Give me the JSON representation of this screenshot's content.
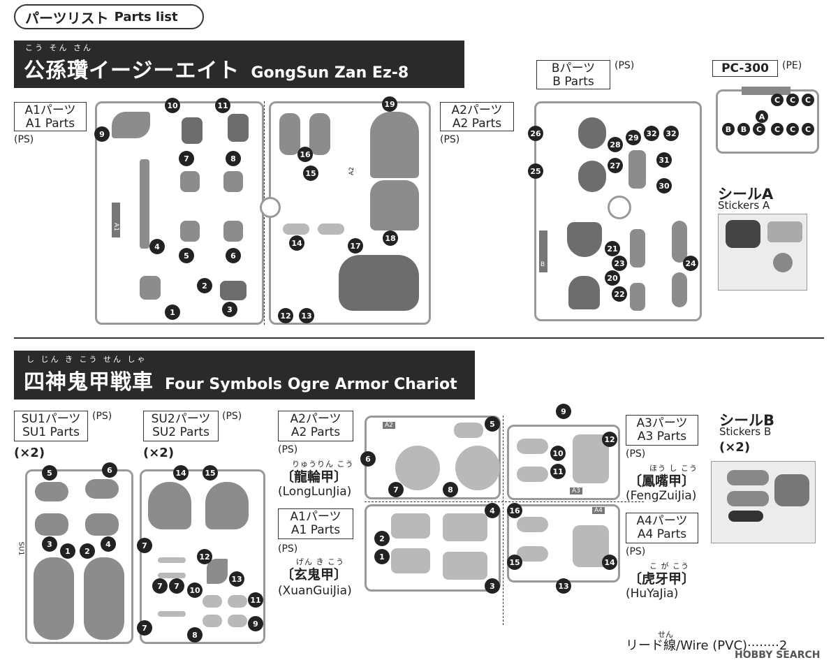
{
  "header": {
    "title_jp": "パーツリスト",
    "title_en": "Parts list"
  },
  "section1": {
    "ruby": "こう そん さん",
    "title_jp": "公孫瓚イージーエイト",
    "title_en": "GongSun Zan Ez-8"
  },
  "section2": {
    "ruby": "し じん き こう せん しゃ",
    "title_jp": "四神鬼甲戦車",
    "title_en": "Four Symbols Ogre Armor Chariot"
  },
  "labels": {
    "a1": {
      "jp": "A1パーツ",
      "en": "A1 Parts",
      "mat": "(PS)"
    },
    "a2": {
      "jp": "A2パーツ",
      "en": "A2 Parts",
      "mat": "(PS)"
    },
    "b": {
      "jp": "Bパーツ",
      "en": "B Parts",
      "mat": "(PS)"
    },
    "pc": {
      "name": "PC-300",
      "mat": "(PE)"
    },
    "stA": {
      "jp": "シールA",
      "en": "Stickers A"
    },
    "su1": {
      "jp": "SU1パーツ",
      "en": "SU1 Parts",
      "mat": "(PS)",
      "qty": "(×2)"
    },
    "su2": {
      "jp": "SU2パーツ",
      "en": "SU2 Parts",
      "mat": "(PS)",
      "qty": "(×2)"
    },
    "s2a2": {
      "jp": "A2パーツ",
      "en": "A2 Parts",
      "mat": "(PS)",
      "ruby": "りゅうりん こう",
      "name": "〔龍輪甲〕",
      "roman": "(LongLunJia)"
    },
    "s2a1": {
      "jp": "A1パーツ",
      "en": "A1 Parts",
      "mat": "(PS)",
      "ruby": "げん き こう",
      "name": "〔玄鬼甲〕",
      "roman": "(XuanGuiJia)"
    },
    "s2a3": {
      "jp": "A3パーツ",
      "en": "A3 Parts",
      "mat": "(PS)",
      "ruby": "ほう し こう",
      "name": "〔鳳嘴甲〕",
      "roman": "(FengZuiJia)"
    },
    "s2a4": {
      "jp": "A4パーツ",
      "en": "A4 Parts",
      "mat": "(PS)",
      "ruby": "こ が こう",
      "name": "〔虎牙甲〕",
      "roman": "(HuYaJia)"
    },
    "stB": {
      "jp": "シールB",
      "en": "Stickers B",
      "qty": "(×2)"
    }
  },
  "runner_tags": {
    "a1": "A1",
    "a2": "A2",
    "b": "B",
    "su1": "SU1",
    "s2a2": "A2",
    "s2a3": "A3",
    "s2a4": "A4"
  },
  "pc_letters": {
    "c": "C",
    "a": "A",
    "b": "B"
  },
  "footer": {
    "ruby": "せん",
    "text": "リード線/Wire (PVC)········2",
    "logo": "HOBBY SEARCH"
  },
  "numbers": [
    "1",
    "2",
    "3",
    "4",
    "5",
    "6",
    "7",
    "8",
    "9",
    "10",
    "11",
    "12",
    "13",
    "14",
    "15",
    "16",
    "17",
    "18",
    "19",
    "20",
    "21",
    "22",
    "23",
    "24",
    "25",
    "26",
    "27",
    "28",
    "29",
    "30",
    "31",
    "32"
  ]
}
